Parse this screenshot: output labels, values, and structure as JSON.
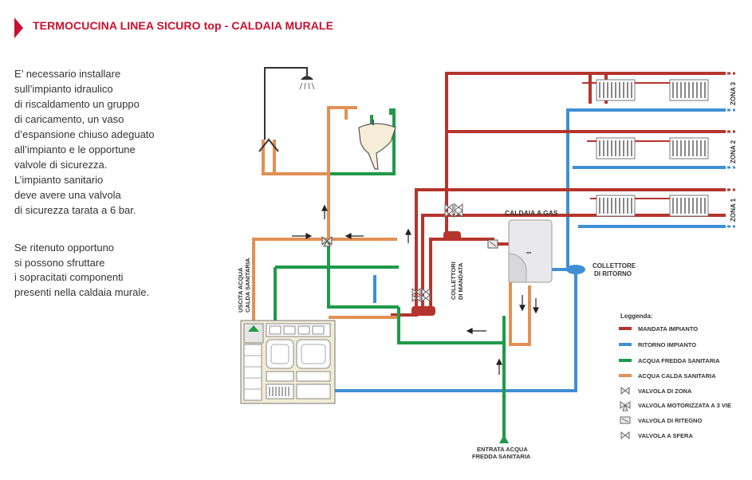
{
  "header": {
    "title": "TERMOCUCINA LINEA SICURO top - CALDAIA MURALE"
  },
  "text": {
    "paragraph1": "E’ necessario installare\nsull’impianto idraulico\ndi riscaldamento un gruppo\ndi caricamento, un vaso\nd’espansione chiuso adeguato\nall’impianto e le opportune\nvalvole di sicurezza.\nL’impianto sanitario\ndeve avere una valvola\ndi sicurezza tarata a 6 bar.",
    "paragraph2": "Se ritenuto opportuno\nsi possono sfruttare\ni sopracitati componenti\npresenti nella caldaia murale."
  },
  "diagram": {
    "colors": {
      "mandata": "#b5352c",
      "ritorno": "#3f8fd4",
      "fredda": "#1f9a4a",
      "calda": "#e39055"
    },
    "labels": {
      "caldaia": "CALDAIA A GAS",
      "collettori_line1": "COLLETTORI",
      "collettori_line2": "DI MANDATA",
      "collettore_line1": "COLLETTORE",
      "collettore_line2": "DI RITORNO",
      "uscita_line1": "USCITA ACQUA",
      "uscita_line2": "CALDA SANITARIA",
      "entrata_line1": "ENTRATA ACQUA",
      "entrata_line2": "FREDDA SANITARIA",
      "zona3": "ZONA 3",
      "zona2": "ZONA 2",
      "zona1": "ZONA 1"
    },
    "legend": {
      "title": "Leggenda:",
      "items": [
        {
          "label": "MANDATA IMPIANTO",
          "icon": "red-line"
        },
        {
          "label": "RITORNO IMPIANTO",
          "icon": "blue-line"
        },
        {
          "label": "ACQUA FREDDA SANITARIA",
          "icon": "green-line"
        },
        {
          "label": "ACQUA CALDA SANITARIA",
          "icon": "orange-line"
        },
        {
          "label": "VALVOLA DI ZONA",
          "icon": "zone-valve-icon"
        },
        {
          "label": "VALVOLA MOTORIZZATA A 3 VIE",
          "icon": "three-way-valve-icon"
        },
        {
          "label": "VALVOLA DI RITEGNO",
          "icon": "check-valve-icon"
        },
        {
          "label": "VALVOLA A SFERA",
          "icon": "ball-valve-icon"
        }
      ]
    }
  }
}
